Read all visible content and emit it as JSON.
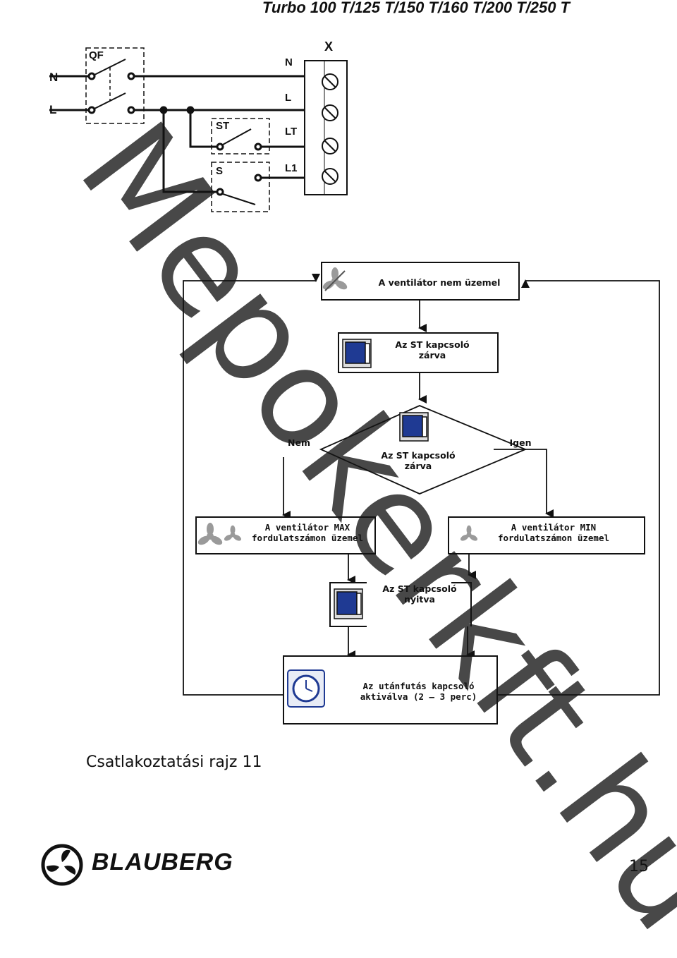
{
  "header": {
    "title": "Turbo 100 T/125 T/150 T/160 T/200 T/250 T"
  },
  "wiring": {
    "terminal_block_label": "X",
    "breaker_label": "QF",
    "input_n": "N",
    "input_l": "L",
    "switch_st_label": "ST",
    "switch_s_label": "S",
    "terminals": [
      "N",
      "L",
      "LT",
      "L1"
    ]
  },
  "flowchart": {
    "fan_off": "A ventilátor nem üzemel",
    "st_closed_line1": "Az ST kapcsoló",
    "st_closed_line2": "zárva",
    "decision_line1": "Az ST kapcsoló",
    "decision_line2": "zárva",
    "branch_no": "Nem",
    "branch_yes": "Igen",
    "max_line1": "A ventilátor MAX",
    "max_line2": "fordulatszámon  üzemel",
    "min_line1": "A ventilátor MIN",
    "min_line2": "fordulatszámon  üzemel",
    "st_open_line1": "Az ST kapcsoló",
    "st_open_line2": "nyitva",
    "timer_line1": "Az utánfutás kapcsoló",
    "timer_line2": "aktiválva (2 – 3 perc)"
  },
  "caption": "Csatlakoztatási rajz 11",
  "footer": {
    "brand": "BLAUBERG",
    "page_number": "15"
  },
  "watermark": "Mepokerkft.hu",
  "colors": {
    "switch_blue": "#1f3a93",
    "line": "#111111",
    "fan_grey": "#9a9a9a"
  }
}
